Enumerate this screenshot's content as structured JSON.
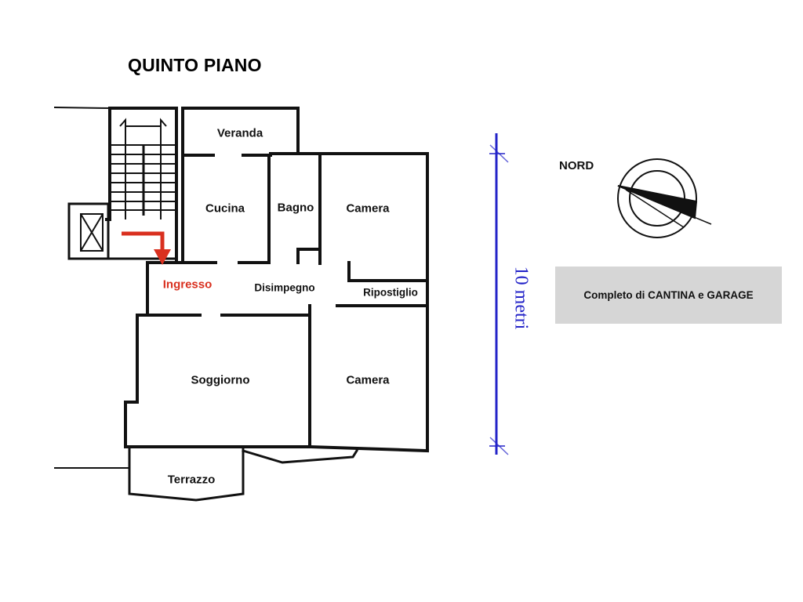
{
  "title": "QUINTO PIANO",
  "rooms": {
    "veranda": "Veranda",
    "cucina": "Cucina",
    "bagno": "Bagno",
    "camera_top": "Camera",
    "ingresso": "Ingresso",
    "disimpegno": "Disimpegno",
    "ripostiglio": "Ripostiglio",
    "soggiorno": "Soggiorno",
    "camera_bottom": "Camera",
    "terrazzo": "Terrazzo"
  },
  "scale_bar": {
    "label": "10 metri",
    "length_m": 10,
    "color": "#2323c8"
  },
  "compass": {
    "label": "NORD"
  },
  "note": "Completo di CANTINA e GARAGE",
  "colors": {
    "entrance_accent": "#d9301f",
    "note_background": "#d6d6d6"
  },
  "icons": {
    "entrance_arrow": "entrance-arrow-icon",
    "compass": "compass-icon",
    "elevator": "elevator-icon",
    "stairs": "stairs-icon"
  }
}
